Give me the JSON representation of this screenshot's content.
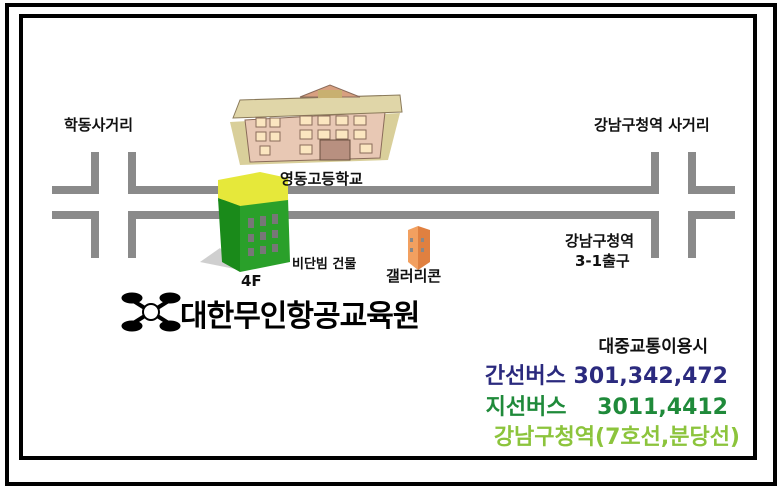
{
  "labels": {
    "left_intersection": "학동사거리",
    "right_intersection": "강남구청역 사거리",
    "school": "영동고등학교",
    "station_exit_line1": "강남구청역",
    "station_exit_line2": "3-1출구",
    "building": "비단빔 건물",
    "floor": "4F",
    "gallery": "갤러리콘",
    "org_name": "대한무인항공교육원"
  },
  "transit": {
    "heading": "대중교통이용시",
    "trunk_bus": "간선버스 301,342,472",
    "branch_bus": "지선버스    3011,4412",
    "subway": "강남구청역(7호선,분당선)"
  },
  "colors": {
    "road": "#8a8a8a",
    "trunk_bus": "#2b2a7e",
    "branch_bus": "#1f8a3a",
    "subway": "#8cc43c"
  }
}
